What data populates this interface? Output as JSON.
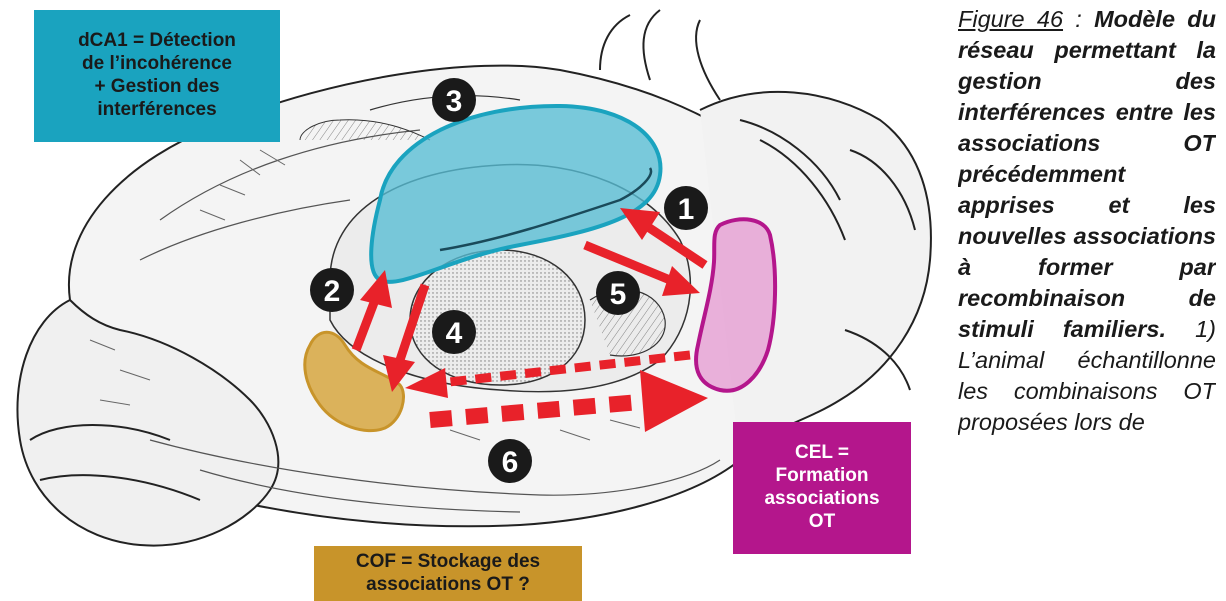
{
  "boxes": {
    "dca1": "dCA1 = Détection\nde l’incohérence\n+ Gestion des\ninterférences",
    "cof": "COF = Stockage des\nassociations OT ?",
    "cel": "CEL =\nFormation\nassociations\nOT"
  },
  "steps": [
    "1",
    "2",
    "3",
    "4",
    "5",
    "6"
  ],
  "caption": {
    "figure_label": "Figure 46",
    "separator": " : ",
    "title": "Modèle du réseau permettant la gestion des interférences entre les associations OT précédemment apprises et les nouvelles associations à former par recombinaison de stimuli familiers.",
    "body": "1) L’animal échantillonne les combinaisons OT proposées lors de"
  },
  "colors": {
    "dca1": "#1aa3bf",
    "cof": "#c8942a",
    "cel": "#b4168c",
    "arrow": "#e8222a",
    "number_disc": "#1a1a1a"
  }
}
